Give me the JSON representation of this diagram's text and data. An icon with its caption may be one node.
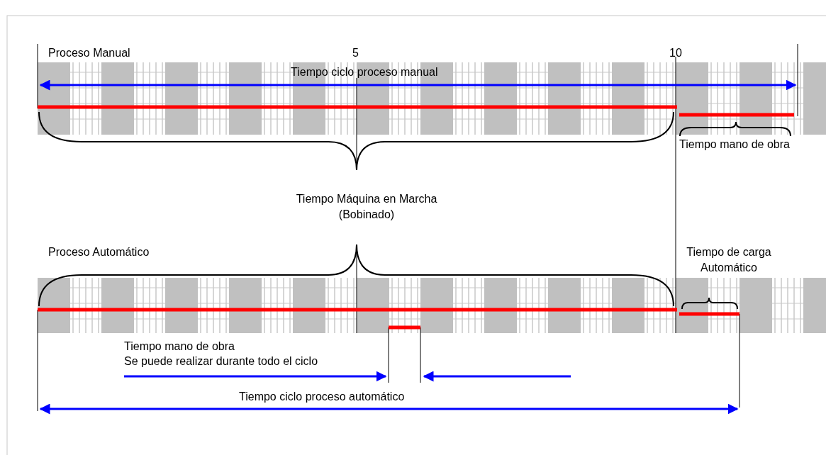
{
  "diagram": {
    "labels": [
      "Proceso Manual",
      "5",
      "10",
      "Tiempo ciclo proceso manual",
      "Tiempo mano de obra",
      "Tiempo Máquina en Marcha (Bobinado)",
      "Proceso Automático",
      "Tiempo de carga Automático",
      "Tiempo mano de obra",
      "Se puede realizar durante todo el ciclo",
      "Tiempo ciclo proceso automático"
    ]
  }
}
